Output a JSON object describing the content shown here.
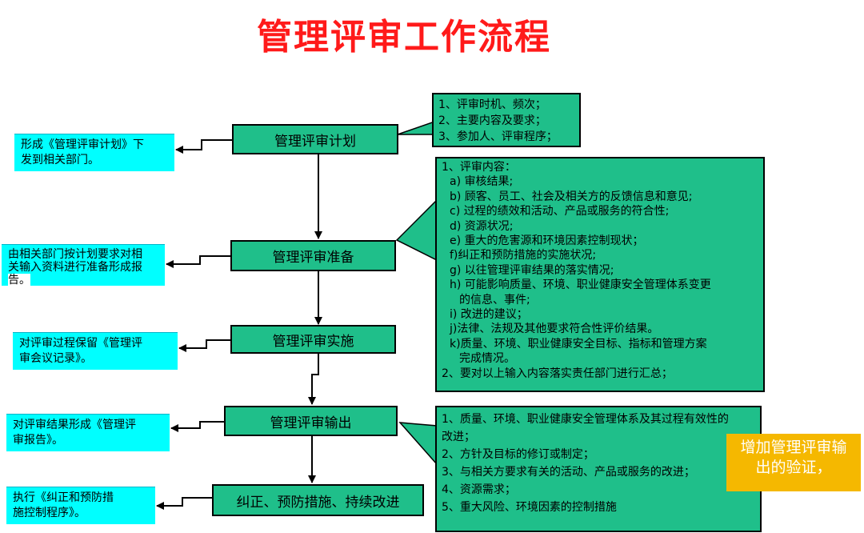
{
  "title": "管理评审工作流程",
  "steps": [
    "管理评审计划",
    "管理评审准备",
    "管理评审实施",
    "管理评审输出",
    "纠正、预防措施、持续改进"
  ],
  "left_notes": [
    [
      "形成《管理评审计划》下",
      "发到相关部门。"
    ],
    [
      "由相关部门按计划要求对相",
      "关输入资料进行准备形成报",
      "告。"
    ],
    [
      "对评审过程保留《管理评",
      "审会议记录》。"
    ],
    [
      "对评审结果形成《管理评",
      "审报告》。"
    ],
    [
      "执行《纠正和预防措",
      "施控制程序》。"
    ]
  ],
  "plan_note": [
    "1、评审时机、频次；",
    "2、主要内容及要求；",
    "3、参加人、评审程序；"
  ],
  "input_note": [
    "1、评审内容：",
    "a) 审核结果;",
    "b) 顾客、员工、社会及相关方的反馈信息和意见;",
    "c) 过程的绩效和活动、产品或服务的符合性;",
    "d) 资源状况;",
    "e) 重大的危害源和环境因素控制现状；",
    "f)纠正和预防措施的实施状况;",
    "g) 以往管理评审结果的落实情况;",
    "h) 可能影响质量、环境、职业健康安全管理体系变更",
    "的信息、事件;",
    "i) 改进的建议；",
    "j)法律、法规及其他要求符合性评价结果。",
    "k)质量、环境、职业健康安全目标、指标和管理方案",
    "完成情况。",
    "2、要对以上输入内容落实责任部门进行汇总；"
  ],
  "output_note": [
    "1、质量、环境、职业健康安全管理体系及其过程有效性的",
    "改进；",
    "2、方针及目标的修订或制定；",
    "3、与相关方要求有关的活动、产品或服务的改进；",
    "4、资源需求；",
    "5、重大风险、环境因素的控制措施"
  ],
  "callout": [
    "增加管理评审输",
    "出的验证，"
  ],
  "colors": {
    "title": "#ff1a1a",
    "step_fill": "#1fbf8a",
    "doc_fill": "#00ffff",
    "callout_fill": "#f5b800"
  }
}
